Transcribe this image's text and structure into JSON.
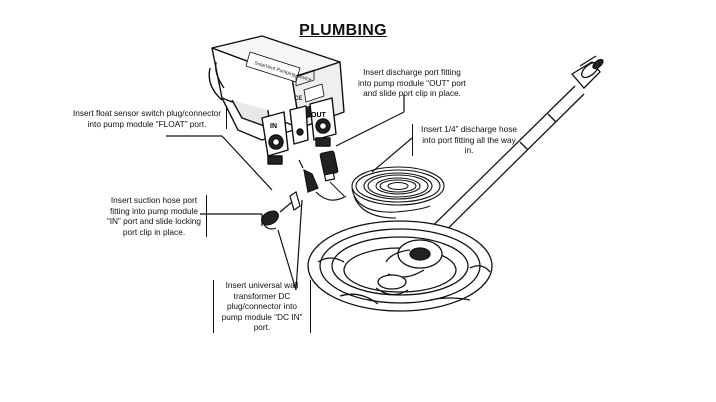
{
  "title": "PLUMBING",
  "callouts": {
    "float_sensor": "Insert float sensor switch plug/connector into pump module “FLOAT” port.",
    "discharge_port": "Insert discharge port fitting into pump module “OUT” port and slide port clip in place.",
    "discharge_hose": "Insert 1/4” discharge hose into port fitting all the way in.",
    "suction_hose": "Insert suction hose port fitting into pump module “IN” port and slide locking port clip in place.",
    "dc_plug": "Insert universal wall transformer DC plug/connector into pump module “DC IN” port."
  },
  "module": {
    "brand_text": "SolarVent Pumping Device",
    "port_in": "IN",
    "port_out": "OUT",
    "mark": "CE"
  }
}
